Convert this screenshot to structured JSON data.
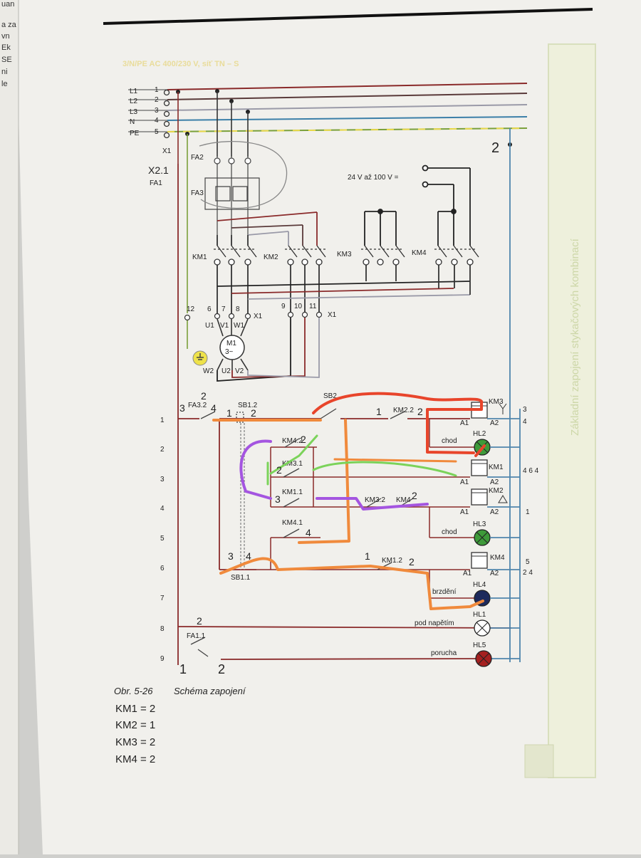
{
  "prev_page": {
    "lines": [
      "uan",
      "a za",
      "vn",
      "Ek",
      "SE",
      "ni",
      "le"
    ]
  },
  "header": {
    "supply": "3/N/PE AC 400/230 V, síť TN – S"
  },
  "side_title": "Základní zapojení stykačových kombinací",
  "conductors": [
    {
      "name": "L1",
      "num": "1",
      "color": "#8a2a2a"
    },
    {
      "name": "L2",
      "num": "2",
      "color": "#5a3a3a"
    },
    {
      "name": "L3",
      "num": "3",
      "color": "#9a9aa8"
    },
    {
      "name": "N",
      "num": "4",
      "color": "#3b7fa8"
    },
    {
      "name": "PE",
      "num": "5",
      "color": "#7aa03a"
    }
  ],
  "labels": {
    "x1": "X1",
    "fa2": "FA2",
    "fa3": "FA3",
    "fa1": "FA1",
    "control_supply": "24 V až 100 V =",
    "km1": "KM1",
    "km2": "KM2",
    "km3": "KM3",
    "km4": "KM4",
    "t12": "12",
    "t6": "6",
    "t7": "7",
    "t8": "8",
    "t9": "9",
    "t10": "10",
    "t11": "11",
    "x1a": "X1",
    "x1b": "X1",
    "u1": "U1",
    "v1": "V1",
    "w1": "W1",
    "w2": "W2",
    "u2": "U2",
    "v2": "V2",
    "motor": "M1",
    "motor_type": "3~",
    "fa32": "FA3.2",
    "sb12": "SB1.2",
    "sb2": "SB2",
    "km22": "KM2.2",
    "km42": "KM4.2",
    "km31": "KM3.1",
    "km11": "KM1.1",
    "km32": "KM3.2",
    "km4c": "KM4",
    "km41": "KM4.1",
    "km12": "KM1.2",
    "sb11": "SB1.1",
    "fa11": "FA1.1",
    "a1": "A1",
    "a2": "A2",
    "hl1": "HL1",
    "hl2": "HL2",
    "hl3": "HL3",
    "hl4": "HL4",
    "hl5": "HL5",
    "chod1": "chod",
    "chod2": "chod",
    "brzdeni": "brzdění",
    "pod_napetim": "pod napětím",
    "porucha": "porucha"
  },
  "rows": [
    "1",
    "2",
    "3",
    "4",
    "5",
    "6",
    "7",
    "8",
    "9"
  ],
  "right_refs": {
    "km3": [
      "3",
      "4"
    ],
    "km1": "4 6 4",
    "km2": "1",
    "km4": [
      "5",
      "2 4"
    ]
  },
  "caption": {
    "number": "Obr. 5-26",
    "title": "Schéma zapojení"
  },
  "handwriting": {
    "notes": [
      "KM1 = 2",
      "KM2 = 1",
      "KM3 = 2",
      "KM4 = 2"
    ],
    "pe2": "2",
    "x2": "X2.1",
    "n3": "3",
    "n4": "4",
    "n1": "1",
    "n2": "2"
  },
  "colors": {
    "paper": "#efeeeb",
    "ink": "#2b2b2b",
    "red_wire": "#8a2a2a",
    "blue_wire": "#4f86ad",
    "orange": "#f08a3c",
    "red_marker": "#e8452b",
    "purple": "#a455e0",
    "green_marker": "#7bd35a",
    "lamp_green": "#3e9a3a",
    "lamp_red": "#a52020",
    "lamp_navy": "#1d2a5c",
    "side_green": "#cdd7a8"
  }
}
